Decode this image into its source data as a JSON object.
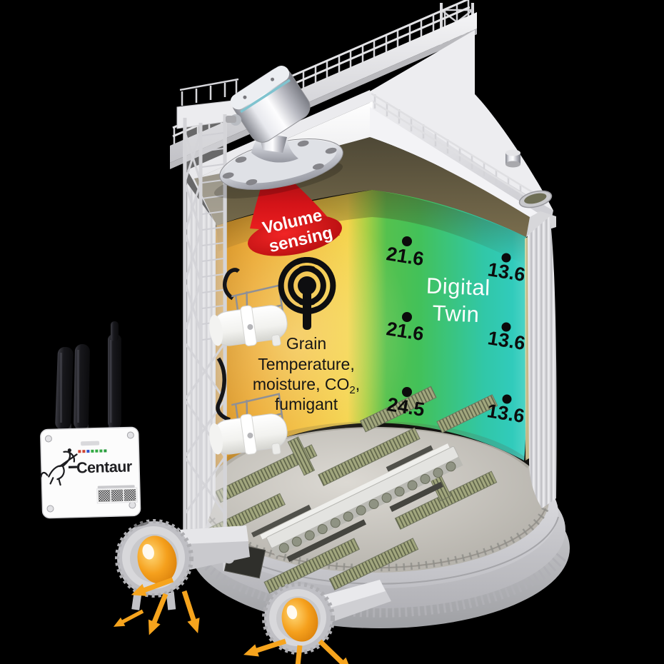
{
  "labels": {
    "volume": {
      "line1": "Volume",
      "line2": "sensing"
    },
    "digital_twin": {
      "line1": "Digital",
      "line2": "Twin"
    },
    "grain": {
      "line1": "Grain",
      "line2": "Temperature,",
      "line3_prefix": "moisture, CO",
      "line3_sub": "2",
      "line3_suffix": ",",
      "line4": "fumigant"
    }
  },
  "readings": [
    {
      "value": "21.6"
    },
    {
      "value": "13.6"
    },
    {
      "value": "21.6"
    },
    {
      "value": "13.6"
    },
    {
      "value": "24.5"
    },
    {
      "value": "13.6"
    }
  ],
  "gateway": {
    "brand": "Centaur"
  },
  "colors": {
    "background": "#000000",
    "beam_red": "#d31318",
    "heatmap_hot": "#eaa52d",
    "heatmap_mid": "#4cc053",
    "heatmap_cool": "#2fc9b6",
    "fan_orange": "#f6a41d",
    "structure_gray": "#d8d8db",
    "roof_underside": "#5c5440"
  }
}
